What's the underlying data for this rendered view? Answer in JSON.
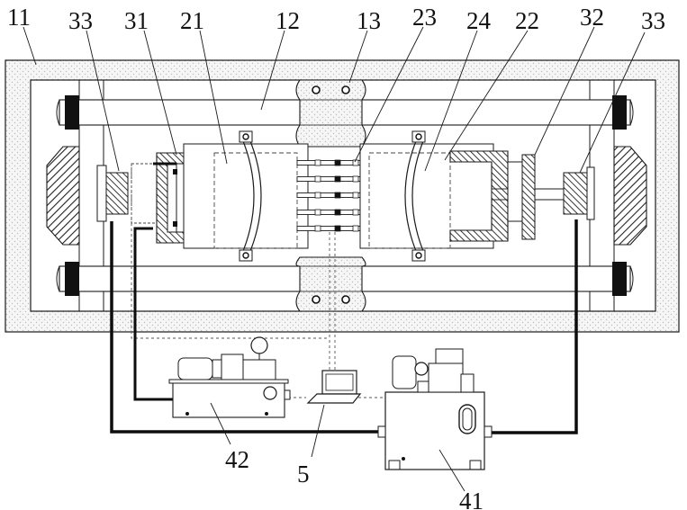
{
  "labels": {
    "l11": "11",
    "l33a": "33",
    "l31": "31",
    "l21": "21",
    "l12": "12",
    "l13": "13",
    "l23": "23",
    "l24": "24",
    "l22": "22",
    "l32": "32",
    "l33b": "33",
    "l42": "42",
    "l5": "5",
    "l41": "41"
  },
  "colors": {
    "line": "#1a1a1a",
    "pipe": "#0d0d0d",
    "dash": "#555555",
    "frame_fill": "#f4f4f4",
    "dot": "#c8c8c8"
  }
}
